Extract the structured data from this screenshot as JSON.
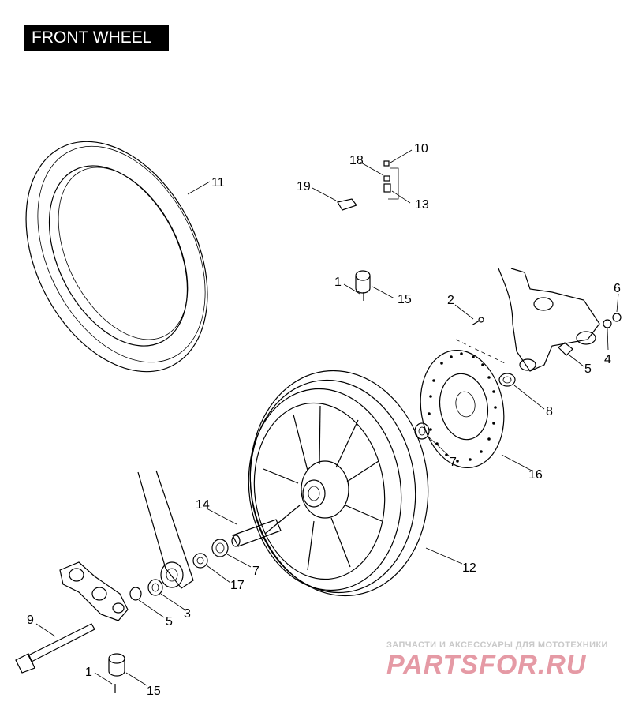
{
  "title": "FRONT WHEEL",
  "callouts": [
    {
      "id": "c11",
      "text": "11"
    },
    {
      "id": "c10",
      "text": "10"
    },
    {
      "id": "c18",
      "text": "18"
    },
    {
      "id": "c19",
      "text": "19"
    },
    {
      "id": "c13",
      "text": "13"
    },
    {
      "id": "c1a",
      "text": "1"
    },
    {
      "id": "c15a",
      "text": "15"
    },
    {
      "id": "c2",
      "text": "2"
    },
    {
      "id": "c6",
      "text": "6"
    },
    {
      "id": "c4",
      "text": "4"
    },
    {
      "id": "c5a",
      "text": "5"
    },
    {
      "id": "c8",
      "text": "8"
    },
    {
      "id": "c7a",
      "text": "7"
    },
    {
      "id": "c16",
      "text": "16"
    },
    {
      "id": "c14",
      "text": "14"
    },
    {
      "id": "c12",
      "text": "12"
    },
    {
      "id": "c7b",
      "text": "7"
    },
    {
      "id": "c17",
      "text": "17"
    },
    {
      "id": "c3",
      "text": "3"
    },
    {
      "id": "c5b",
      "text": "5"
    },
    {
      "id": "c9",
      "text": "9"
    },
    {
      "id": "c1b",
      "text": "1"
    },
    {
      "id": "c15b",
      "text": "15"
    }
  ],
  "watermark": {
    "tagline": "ЗАПЧАСТИ И АКСЕССУАРЫ ДЛЯ МОТОТЕХНИКИ",
    "logo": "PARTSFOR.RU"
  }
}
